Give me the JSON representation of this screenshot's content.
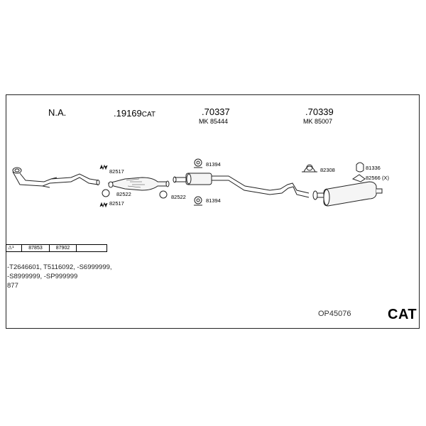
{
  "columns": {
    "col1": "N.A.",
    "col2_num": ".19169",
    "col2_suffix": "CAT",
    "col3": ".70337",
    "col3_sub": "MK 85444",
    "col4": ".70339",
    "col4_sub": "MK 85007"
  },
  "parts": {
    "p82517_a": "82517",
    "p82522_a": "82522",
    "p82517_b": "82517",
    "p82522_b": "82522",
    "p81394_a": "81394",
    "p81394_b": "81394",
    "p82308": "82308",
    "p81336": "81336",
    "p82566": "82566 (X)"
  },
  "table": {
    "symbol": "⚠¹",
    "cells": [
      "87853",
      "87902",
      ""
    ]
  },
  "vin_lines": [
    "-T2646601, T5116092, -S6999999,",
    "-S8999999, -SP999999",
    "877"
  ],
  "code": "OP45076",
  "cat_label": "CAT"
}
